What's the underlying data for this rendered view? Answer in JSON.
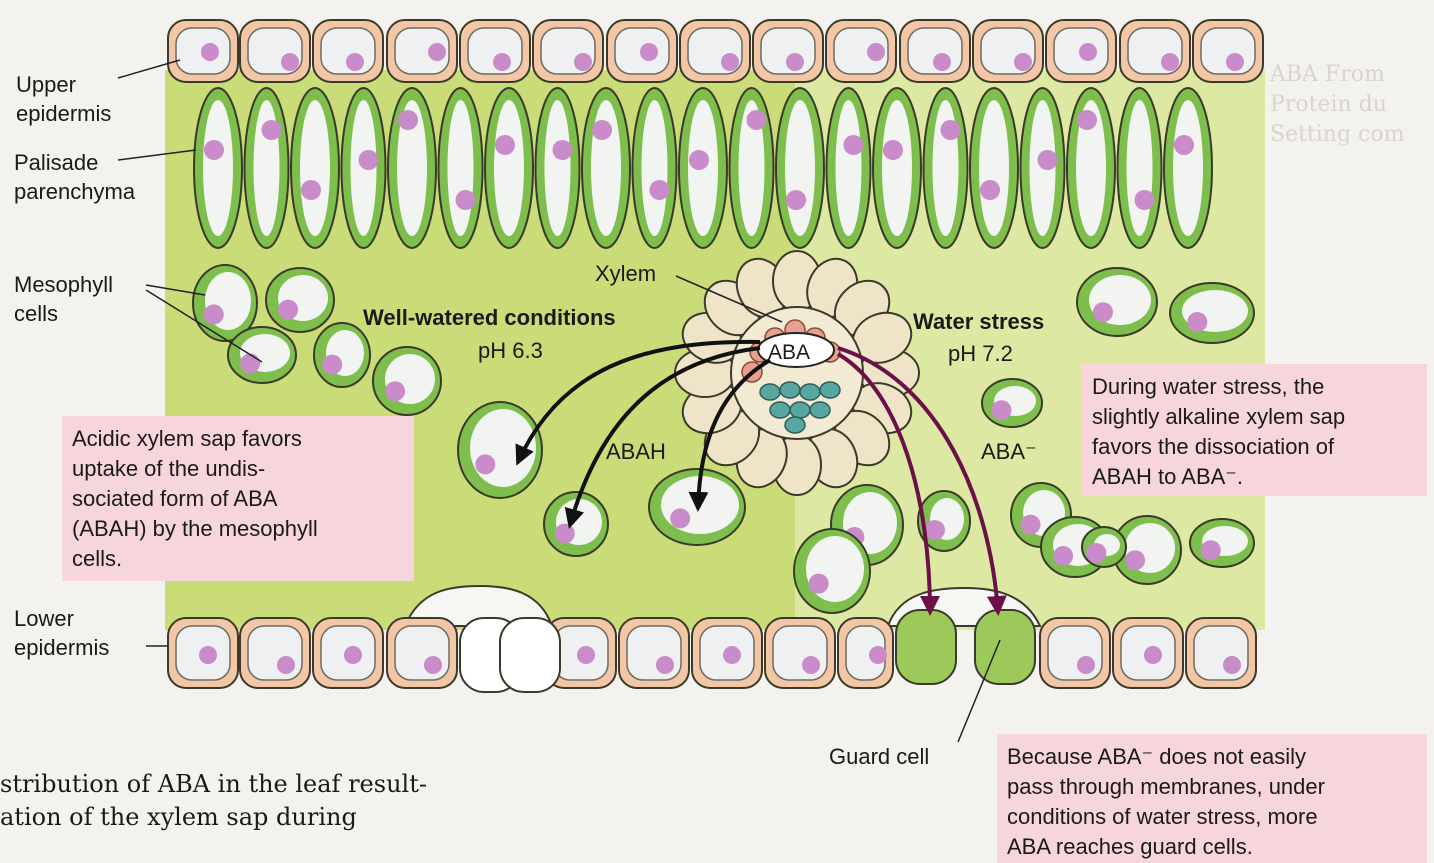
{
  "labels": {
    "upper_epidermis": "Upper\nepidermis",
    "palisade": "Palisade\nparenchyma",
    "mesophyll": "Mesophyll\ncells",
    "lower_epidermis": "Lower\nepidermis",
    "xylem": "Xylem",
    "well_watered_title": "Well-watered conditions",
    "well_watered_ph": "pH 6.3",
    "water_stress_title": "Water stress",
    "water_stress_ph": "pH 7.2",
    "aba": "ABA",
    "abah": "ABAH",
    "aba_minus": "ABA⁻",
    "guard_cell": "Guard cell"
  },
  "notes": {
    "acidic": "Acidic xylem sap favors\nuptake of the undis-\nsociated form of ABA\n(ABAH) by the mesophyll\ncells.",
    "alkaline": "During water stress, the\nslightly alkaline xylem sap\nfavors the dissociation of\nABAH to ABA⁻.",
    "guard": "Because ABA⁻ does not easily\npass through membranes, under\nconditions of water stress, more\nABA reaches guard cells."
  },
  "caption": "stribution of ABA in the leaf result-\nation of the xylem sap during",
  "colors": {
    "left_bg": "#c9dc78",
    "right_bg": "#dde9a2",
    "epidermis": "#f3c7a6",
    "cell_green": "#7dbe4c",
    "nucleus": "#c98bc9",
    "abah_arrow": "#111111",
    "aba_arrow": "#6b1048",
    "note_pink": "#f7d5dc"
  }
}
